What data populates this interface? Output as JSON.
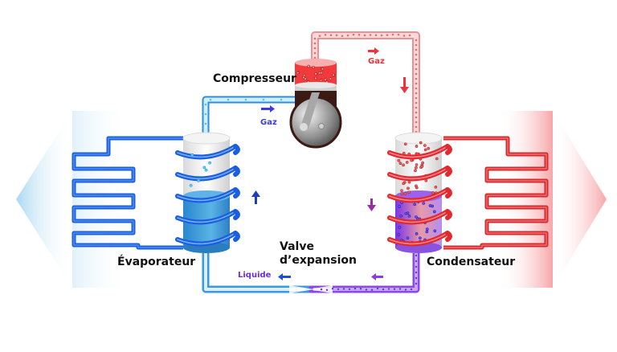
{
  "labels": {
    "compressor": "Compresseur",
    "evaporator": "Évaporateur",
    "condenser": "Condensateur",
    "valve_line1": "Valve",
    "valve_line2": "d’expansion",
    "gas_hot": "Gaz",
    "gas_cold": "Gaz",
    "liquid": "Liquide"
  },
  "colors": {
    "cold": "#1f6fe0",
    "cold_light": "#7cc8ef",
    "hot": "#e8343a",
    "hot_light": "#f4b7b7",
    "mix": "#8a3ee0",
    "liquid_label": "#6a2ee0",
    "gas_hot_label": "#e8343a",
    "gas_cold_label": "#3b3be0"
  }
}
